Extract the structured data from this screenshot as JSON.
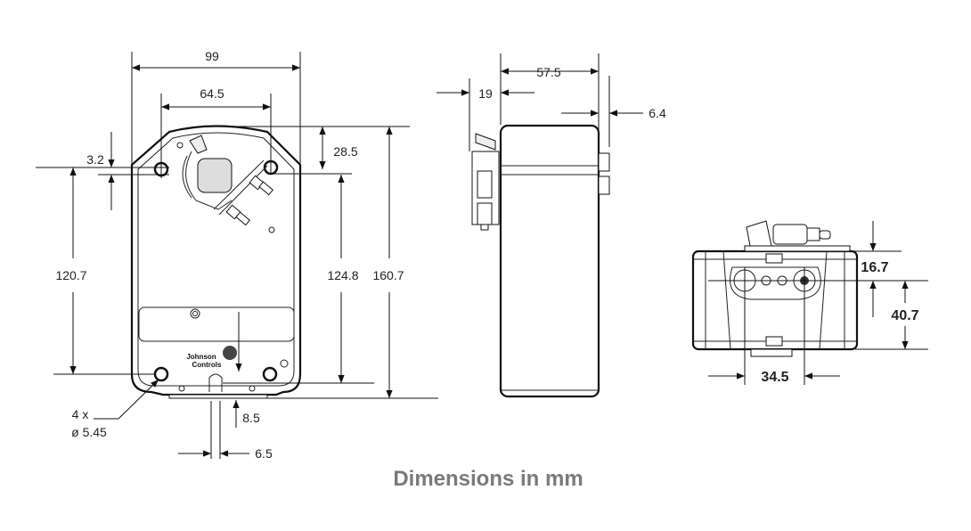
{
  "title": "Dimensions in mm",
  "front_view": {
    "width": "99",
    "hole_spacing_h": "64.5",
    "top_offset": "28.5",
    "hole_offset": "3.2",
    "hole_spacing_v": "120.7",
    "shaft_height": "124.8",
    "height": "160.7",
    "bottom_offset": "8.5",
    "slot_width": "6.5",
    "holes_count": "4 x",
    "hole_diameter": "ø 5.45",
    "logo_line1": "Johnson",
    "logo_line2": "Controls"
  },
  "side_view": {
    "depth": "57.5",
    "connector": "19",
    "clip": "6.4"
  },
  "bottom_view": {
    "top_offset": "16.7",
    "height": "40.7",
    "spacing": "34.5"
  },
  "colors": {
    "title": "#7a7a7a",
    "lines": "#111111"
  }
}
